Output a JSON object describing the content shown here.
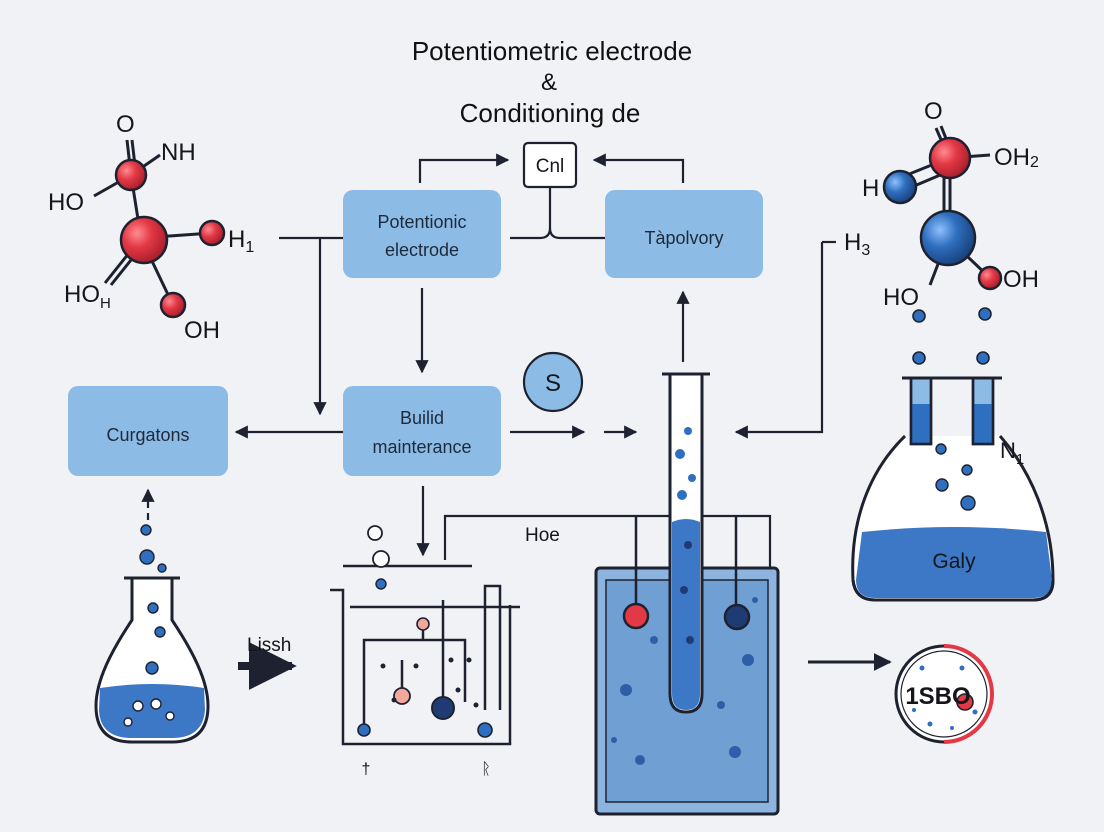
{
  "title": {
    "line1": "Potentiometric electrode",
    "line2": "&",
    "line3": "Conditioning de"
  },
  "boxes": {
    "potentionic_line1": "Potentionic",
    "potentionic_line2": "electrode",
    "tapolvory": "Tàpolvory",
    "build_line1": "Builid",
    "build_line2": "mainterance",
    "curgatons": "Curgatons"
  },
  "labels": {
    "cnl": "Cnl",
    "s_badge": "S",
    "hoe": "Hoe",
    "lissh": "Lissh",
    "galy": "Galy",
    "n1": "N",
    "n1_sub": "1",
    "h3": "H",
    "h3_sub": "3",
    "isbo": "1SBO",
    "beaker_mark_left": "†",
    "beaker_mark_right": "ᚱ"
  },
  "molecule_left": {
    "o": "O",
    "nh": "NH",
    "ho": "HO",
    "h1": "H",
    "h1_sub": "1",
    "ho_h": "HO",
    "ho_h_sub": "H",
    "oh": "OH"
  },
  "molecule_right": {
    "o": "O",
    "oh2": "OH",
    "oh2_sub": "2",
    "h": "H",
    "ho": "HO",
    "oh": "OH"
  },
  "colors": {
    "box_fill": "#8cbbe6",
    "line": "#1e2230",
    "atom_red": "#e33845",
    "atom_blue": "#2f6fbf",
    "liquid": "#3c78c6",
    "background": "#f1f2f5"
  }
}
